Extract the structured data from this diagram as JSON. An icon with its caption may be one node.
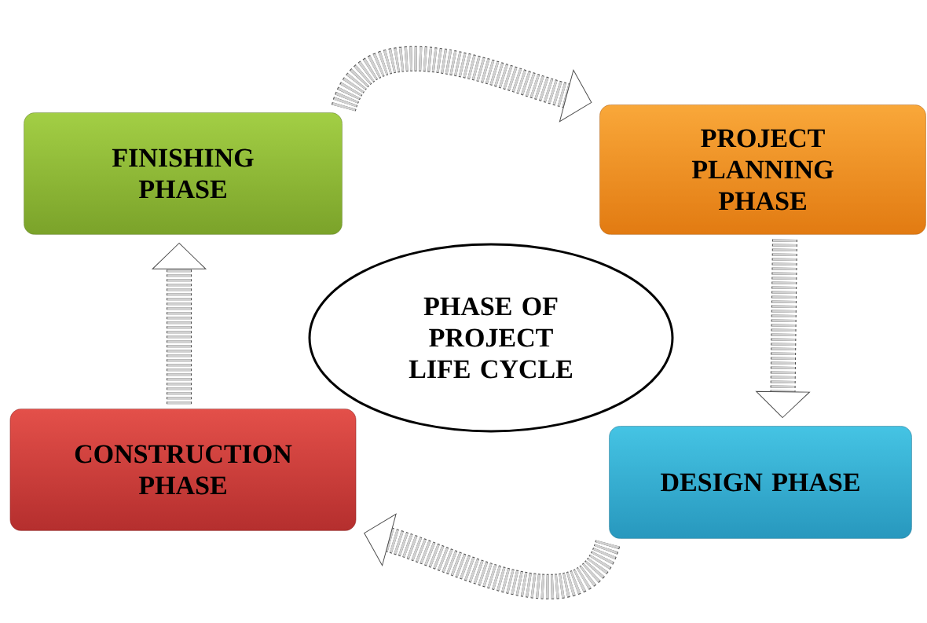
{
  "diagram": {
    "nodes": [
      {
        "text": [
          "FINISHING PHASE"
        ]
      },
      {
        "text": [
          "PROJECT PLANNING PHASE"
        ]
      },
      {
        "text": [
          "PHASE OF PROJECT LIFE CYCLE"
        ]
      },
      {
        "text": [
          "CONSTRUCTION PHASE"
        ]
      },
      {
        "text": [
          "DESIGN PHASE"
        ]
      }
    ],
    "edges": [
      {
        "from": 0,
        "to": 1,
        "arrow": "to"
      },
      {
        "from": 1,
        "to": 4,
        "arrow": "to"
      },
      {
        "from": 4,
        "to": 3,
        "arrow": "to"
      },
      {
        "from": 3,
        "to": 0,
        "arrow": "to"
      }
    ]
  }
}
